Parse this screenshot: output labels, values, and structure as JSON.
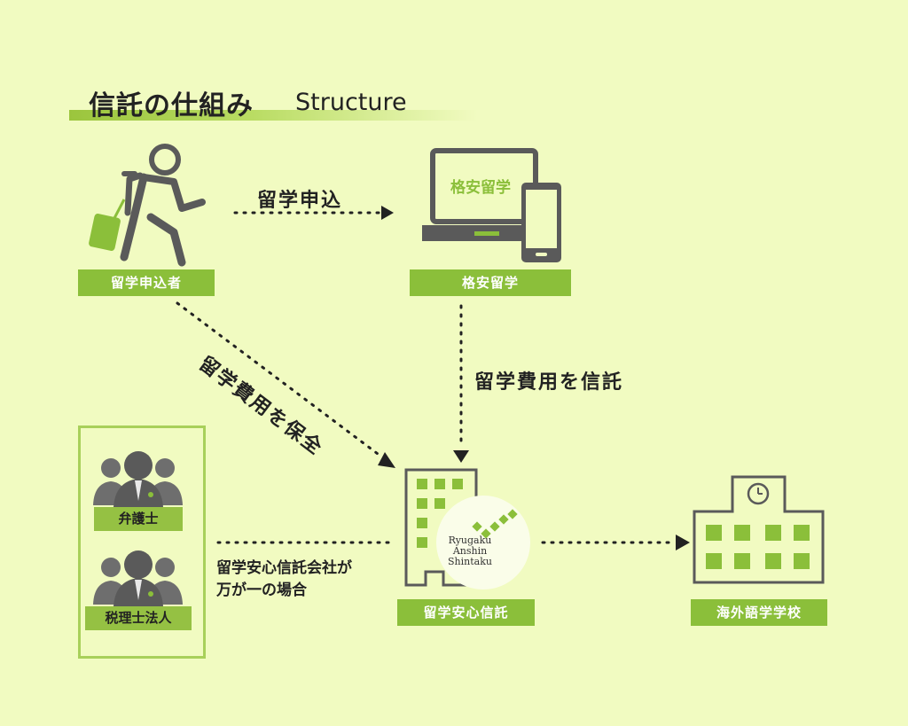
{
  "title": {
    "jp": "信託の仕組み",
    "en": "Structure"
  },
  "nodes": {
    "applicant": "留学申込者",
    "kakuyasu": "格安留学",
    "shintaku": "留学安心信託",
    "school": "海外語学学校"
  },
  "screen_text": "格安留学",
  "edges": {
    "apply": "留学申込",
    "protect": "留学費用を保全",
    "entrust": "留学費用を信託",
    "contingency_line1": "留学安心信託会社が",
    "contingency_line2": "万が一の場合"
  },
  "professionals": {
    "lawyer": "弁護士",
    "tax": "税理士法人"
  },
  "logo": {
    "line1": "Ryugaku",
    "line2": "Anshin",
    "line3": "Shintaku"
  }
}
